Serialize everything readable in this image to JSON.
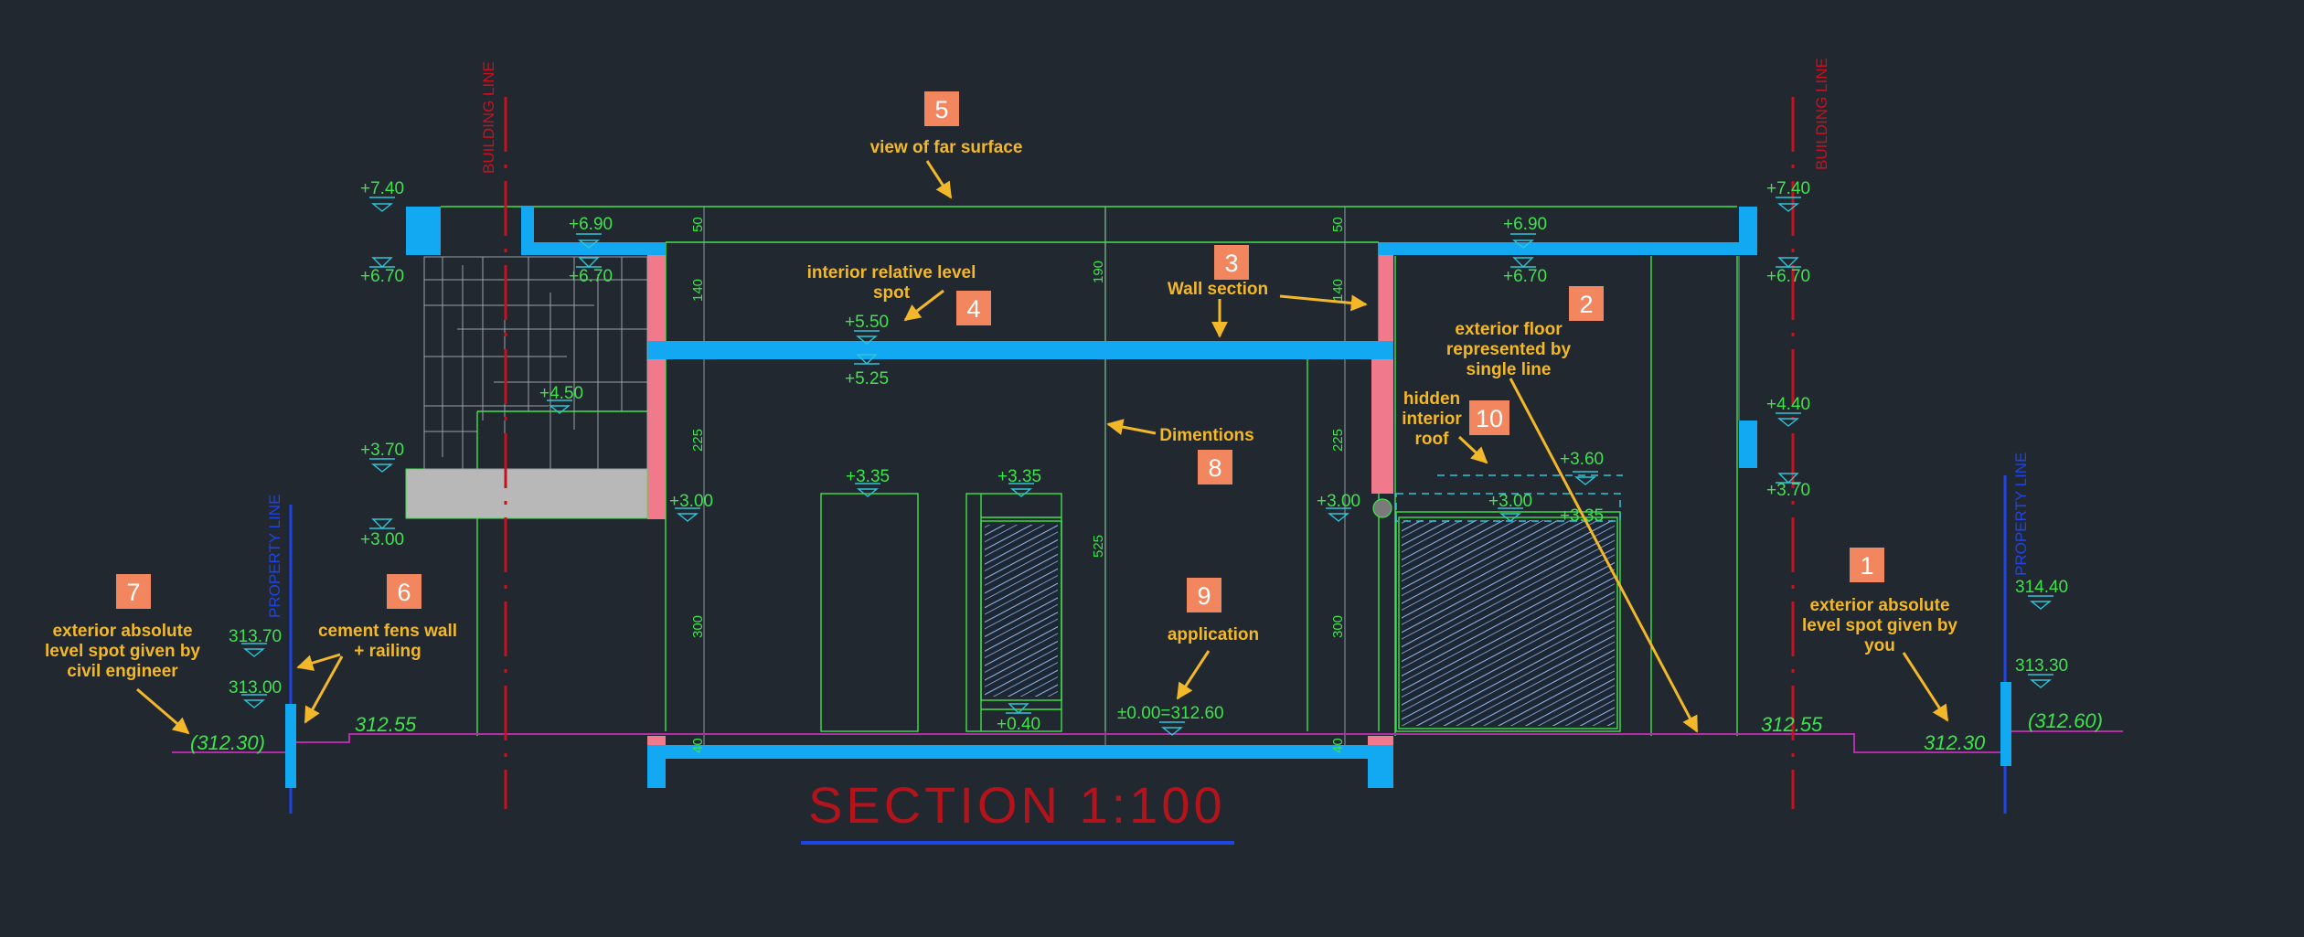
{
  "drawing": {
    "title": "SECTION  1:100",
    "building_line_label": "BUILDING LINE",
    "property_line_label": "PROPERTY LINE"
  },
  "levels": {
    "l1": "+7.40",
    "l2": "+6.70",
    "l3": "+6.90",
    "l4": "+6.70",
    "l5": "+4.50",
    "l6": "+3.70",
    "l7": "+3.00",
    "l8": "+3.00",
    "l9": "+5.50",
    "l10": "+5.25",
    "l11": "+3.35",
    "l12": "+3.35",
    "l13": "+0.40",
    "l14": "±0.00=312.60",
    "l15": "+3.00",
    "l16": "+6.90",
    "l17": "+6.70",
    "l18": "+3.60",
    "l19": "+3.00",
    "l20": "+3.35",
    "l21": "+7.40",
    "l22": "+6.70",
    "l23": "+4.40",
    "l24": "+3.70",
    "l25": "313.70",
    "l26": "313.00",
    "l27": "314.40",
    "l28": "313.30"
  },
  "abs_levels": {
    "a1": "(312.30)",
    "a2": "312.55",
    "a3": "312.55",
    "a4": "312.30",
    "a5": "(312.60)"
  },
  "dimensions": {
    "d1": "50",
    "d2": "140",
    "d3": "225",
    "d4": "300",
    "d5": "40",
    "d6": "190",
    "d7": "525",
    "d8": "50",
    "d9": "140",
    "d10": "225",
    "d11": "300",
    "d12": "40"
  },
  "annotations": [
    {
      "number": "1",
      "lines": [
        "exterior absolute",
        "level spot given by",
        "you"
      ]
    },
    {
      "number": "2",
      "lines": [
        "exterior floor",
        "represented by",
        "single line"
      ]
    },
    {
      "number": "3",
      "lines": [
        "Wall section"
      ]
    },
    {
      "number": "4",
      "lines": [
        "interior relative level",
        "spot"
      ]
    },
    {
      "number": "5",
      "lines": [
        "view of far surface"
      ]
    },
    {
      "number": "6",
      "lines": [
        "cement fens wall",
        "+ railing"
      ]
    },
    {
      "number": "7",
      "lines": [
        "exterior absolute",
        "level spot given by",
        "civil engineer"
      ]
    },
    {
      "number": "8",
      "lines": [
        "Dimentions"
      ]
    },
    {
      "number": "9",
      "lines": [
        "application"
      ]
    },
    {
      "number": "10",
      "lines": [
        "hidden",
        "interior",
        "roof"
      ]
    }
  ],
  "colors": {
    "background": "#212830",
    "slab": "#13a9f2",
    "wall_section": "#f07a8c",
    "outline": "#3ee34b",
    "level_text": "#3ee34b",
    "building_line": "#c8111e",
    "property_line": "#1f44e6",
    "ground_line": "#b22ea6",
    "annotation_text": "#f2b829",
    "badge": "#f2865e",
    "leader": "#f2b829",
    "hatch": "#8fb0e6",
    "fence": "#b8b8b8"
  }
}
